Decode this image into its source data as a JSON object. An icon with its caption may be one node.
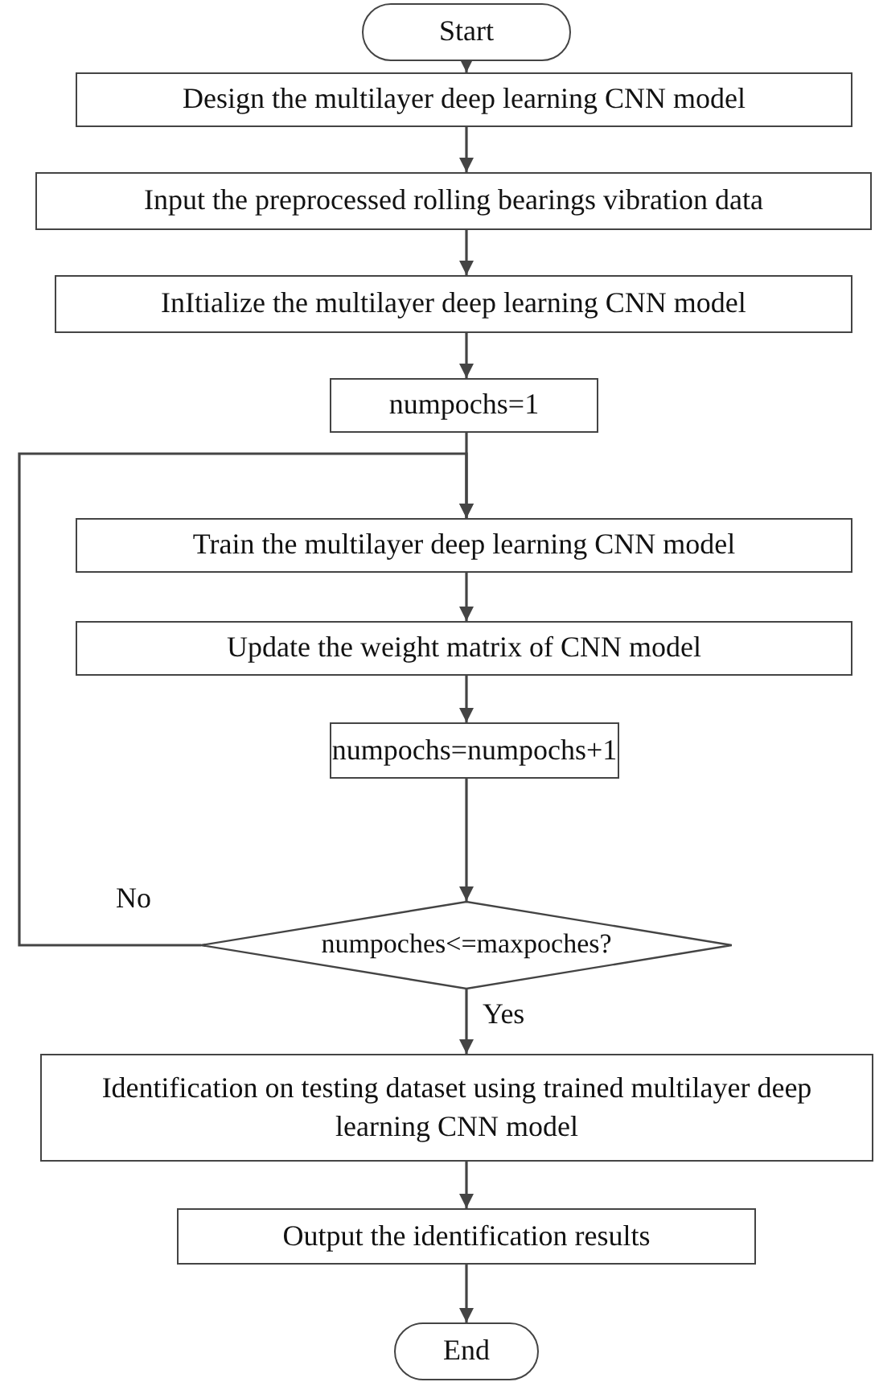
{
  "diagram": {
    "nodes": [
      {
        "text": [
          "Start"
        ]
      },
      {
        "text": [
          "Design the multilayer deep learning CNN model"
        ]
      },
      {
        "text": [
          "Input the preprocessed rolling bearings vibration data"
        ]
      },
      {
        "text": [
          "InItialize the  multilayer deep learning CNN model"
        ]
      },
      {
        "text": [
          "numpochs=1"
        ]
      },
      {
        "text": [
          "Train the multilayer deep learning CNN model"
        ]
      },
      {
        "text": [
          "Update the weight matrix of CNN model"
        ]
      },
      {
        "text": [
          "numpochs=numpochs+1"
        ]
      },
      {
        "text": [
          "numpoches<=maxpoches?"
        ]
      },
      {
        "text": [
          "Identification on testing dataset  using trained multilayer deep learning CNN model"
        ]
      },
      {
        "text": [
          "Output the identification results"
        ]
      },
      {
        "text": [
          "End"
        ]
      }
    ],
    "edges": [
      {
        "from": 0,
        "to": 1,
        "arrow": "to"
      },
      {
        "from": 1,
        "to": 2,
        "arrow": "to"
      },
      {
        "from": 2,
        "to": 3,
        "arrow": "to"
      },
      {
        "from": 3,
        "to": 4,
        "arrow": "to"
      },
      {
        "from": 4,
        "to": 5,
        "arrow": "to"
      },
      {
        "from": 5,
        "to": 6,
        "arrow": "to"
      },
      {
        "from": 6,
        "to": 7,
        "arrow": "to"
      },
      {
        "from": 7,
        "to": 8,
        "arrow": "to"
      },
      {
        "from": 8,
        "to": 5,
        "arrow": "to",
        "label": "No"
      },
      {
        "from": 8,
        "to": 9,
        "arrow": "to",
        "label": "Yes"
      },
      {
        "from": 9,
        "to": 10,
        "arrow": "to"
      },
      {
        "from": 10,
        "to": 11,
        "arrow": "to"
      }
    ]
  }
}
